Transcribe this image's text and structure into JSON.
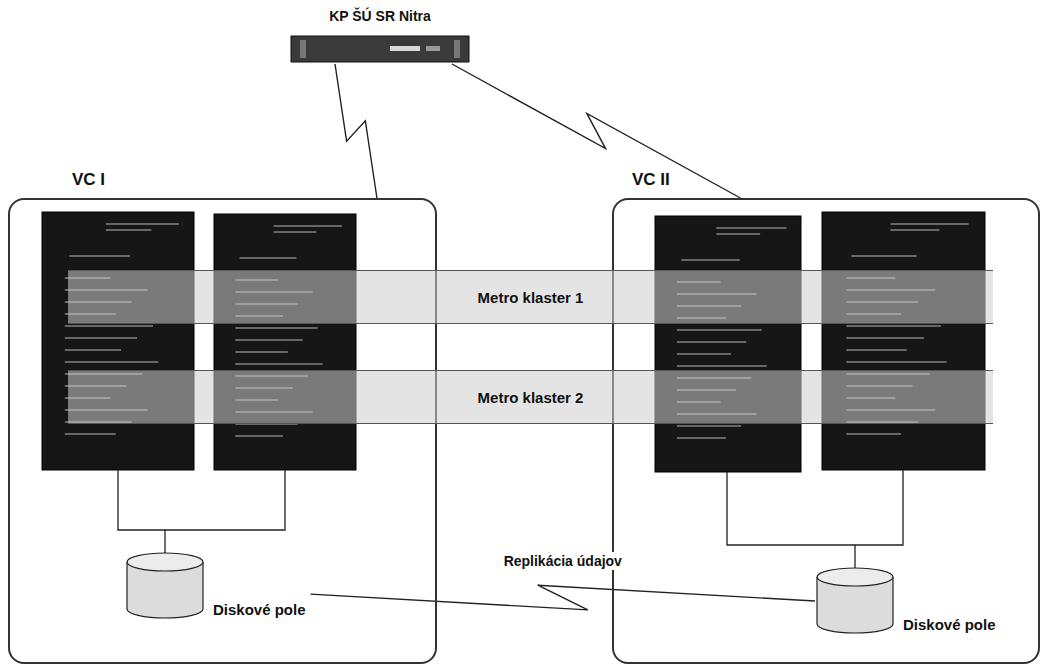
{
  "diagram": {
    "nodes": [
      {
        "text": [
          "KP ŠÚ SR Nitra"
        ]
      },
      {
        "text": [
          "VC I"
        ]
      },
      {
        "text": [
          "VC II"
        ]
      },
      {
        "text": [
          "Metro klaster 1"
        ]
      },
      {
        "text": [
          "Metro klaster 2"
        ]
      },
      {
        "text": [
          "Diskové pole"
        ],
        "in": 1
      },
      {
        "text": [
          "Diskové pole"
        ],
        "in": 2
      }
    ],
    "edges": [
      {
        "from": 0,
        "to": 1,
        "arrow": "none"
      },
      {
        "from": 0,
        "to": 2,
        "arrow": "none"
      },
      {
        "from": 5,
        "to": 6,
        "label": "Replikácia údajov",
        "arrow": "none"
      }
    ]
  }
}
